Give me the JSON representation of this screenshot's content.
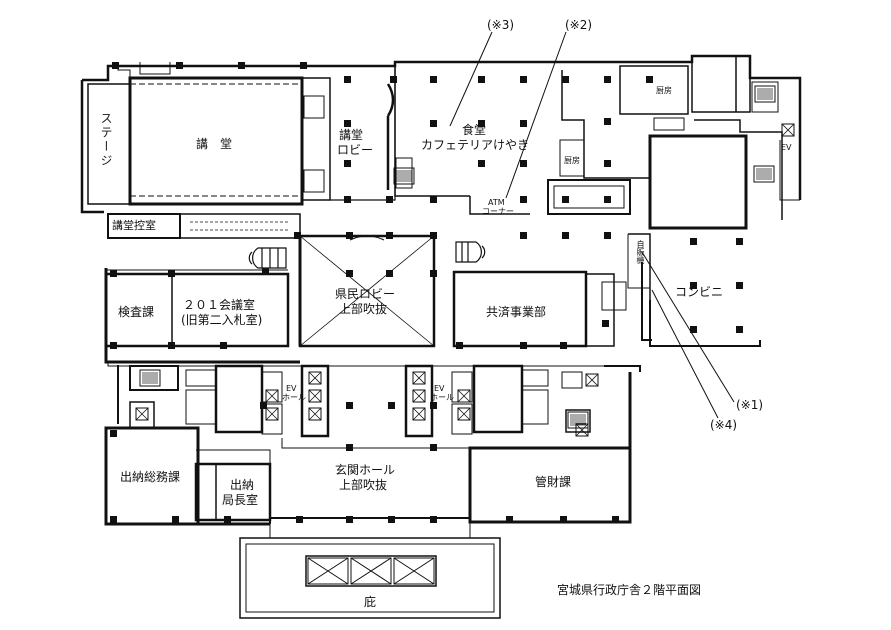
{
  "title": "宮城県行政庁舎２階平面図",
  "rooms": {
    "stage": "ステージ",
    "auditorium": "講　堂",
    "auditorium_lobby_1": "講堂",
    "auditorium_lobby_2": "ロビー",
    "cafeteria_1": "食堂",
    "cafeteria_2": "カフェテリアけやき",
    "kitchen_north": "厨房",
    "kitchen_inner": "厨房",
    "atm_1": "ATM",
    "atm_2": "コーナー",
    "control_room": "講堂控室",
    "citizens_lobby_1": "県民ロビー",
    "citizens_lobby_2": "上部吹抜",
    "vending_machine": "自販機",
    "ev_top": "EV",
    "convenience_store": "コンビニ",
    "inspection": "検査課",
    "meeting_201_1": "２０１会議室",
    "meeting_201_2": "(旧第二入札室)",
    "mutual_aid": "共済事業部",
    "ev_hall_left_1": "EV",
    "ev_hall_left_2": "ホール",
    "ev_hall_right_1": "EV",
    "ev_hall_right_2": "ホール",
    "accounting": "出納総務課",
    "treasurer_1": "出納",
    "treasurer_2": "局長室",
    "entrance_1": "玄関ホール",
    "entrance_2": "上部吹抜",
    "property": "管財課",
    "canopy": "庇"
  },
  "notes": {
    "n1": "(※1)",
    "n2": "(※2)",
    "n3": "(※3)",
    "n4": "(※4)"
  }
}
